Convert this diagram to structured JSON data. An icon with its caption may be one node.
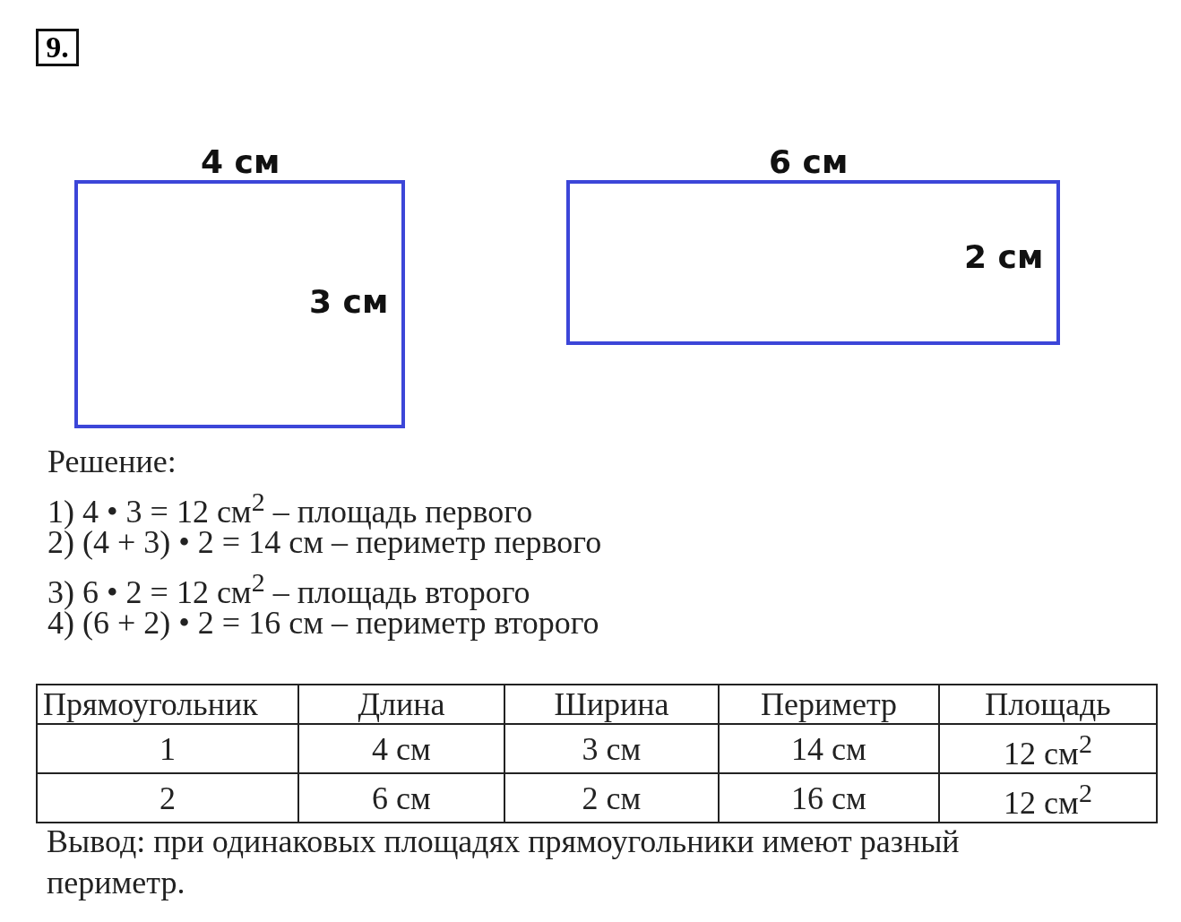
{
  "diagram": {
    "title": "9.",
    "nodes": [
      {
        "text": [
          "3 см"
        ],
        "beside": [
          "4 см"
        ]
      },
      {
        "text": [
          "2 см"
        ],
        "beside": [
          "6 см"
        ]
      }
    ],
    "labels": [
      "Решение:",
      "1) 4 • 3 = 12 см$^{2}$ – площадь первого",
      "2) (4 + 3) • 2 = 14 см – периметр первого",
      "3) 6 • 2 = 12 см$^{2}$ – площадь второго",
      "4) (6 + 2) • 2 = 16 см – периметр второго",
      "Прямоугольник",
      "Длина",
      "Ширина",
      "Периметр",
      "Площадь",
      "1",
      "4 см",
      "3 см",
      "14 см",
      "12 см$^{2}$",
      "2",
      "6 см",
      "2 см",
      "16 см",
      "12 см$^{2}$",
      "Вывод: при одинаковых площадях прямоугольники имеют разный периметр."
    ]
  }
}
